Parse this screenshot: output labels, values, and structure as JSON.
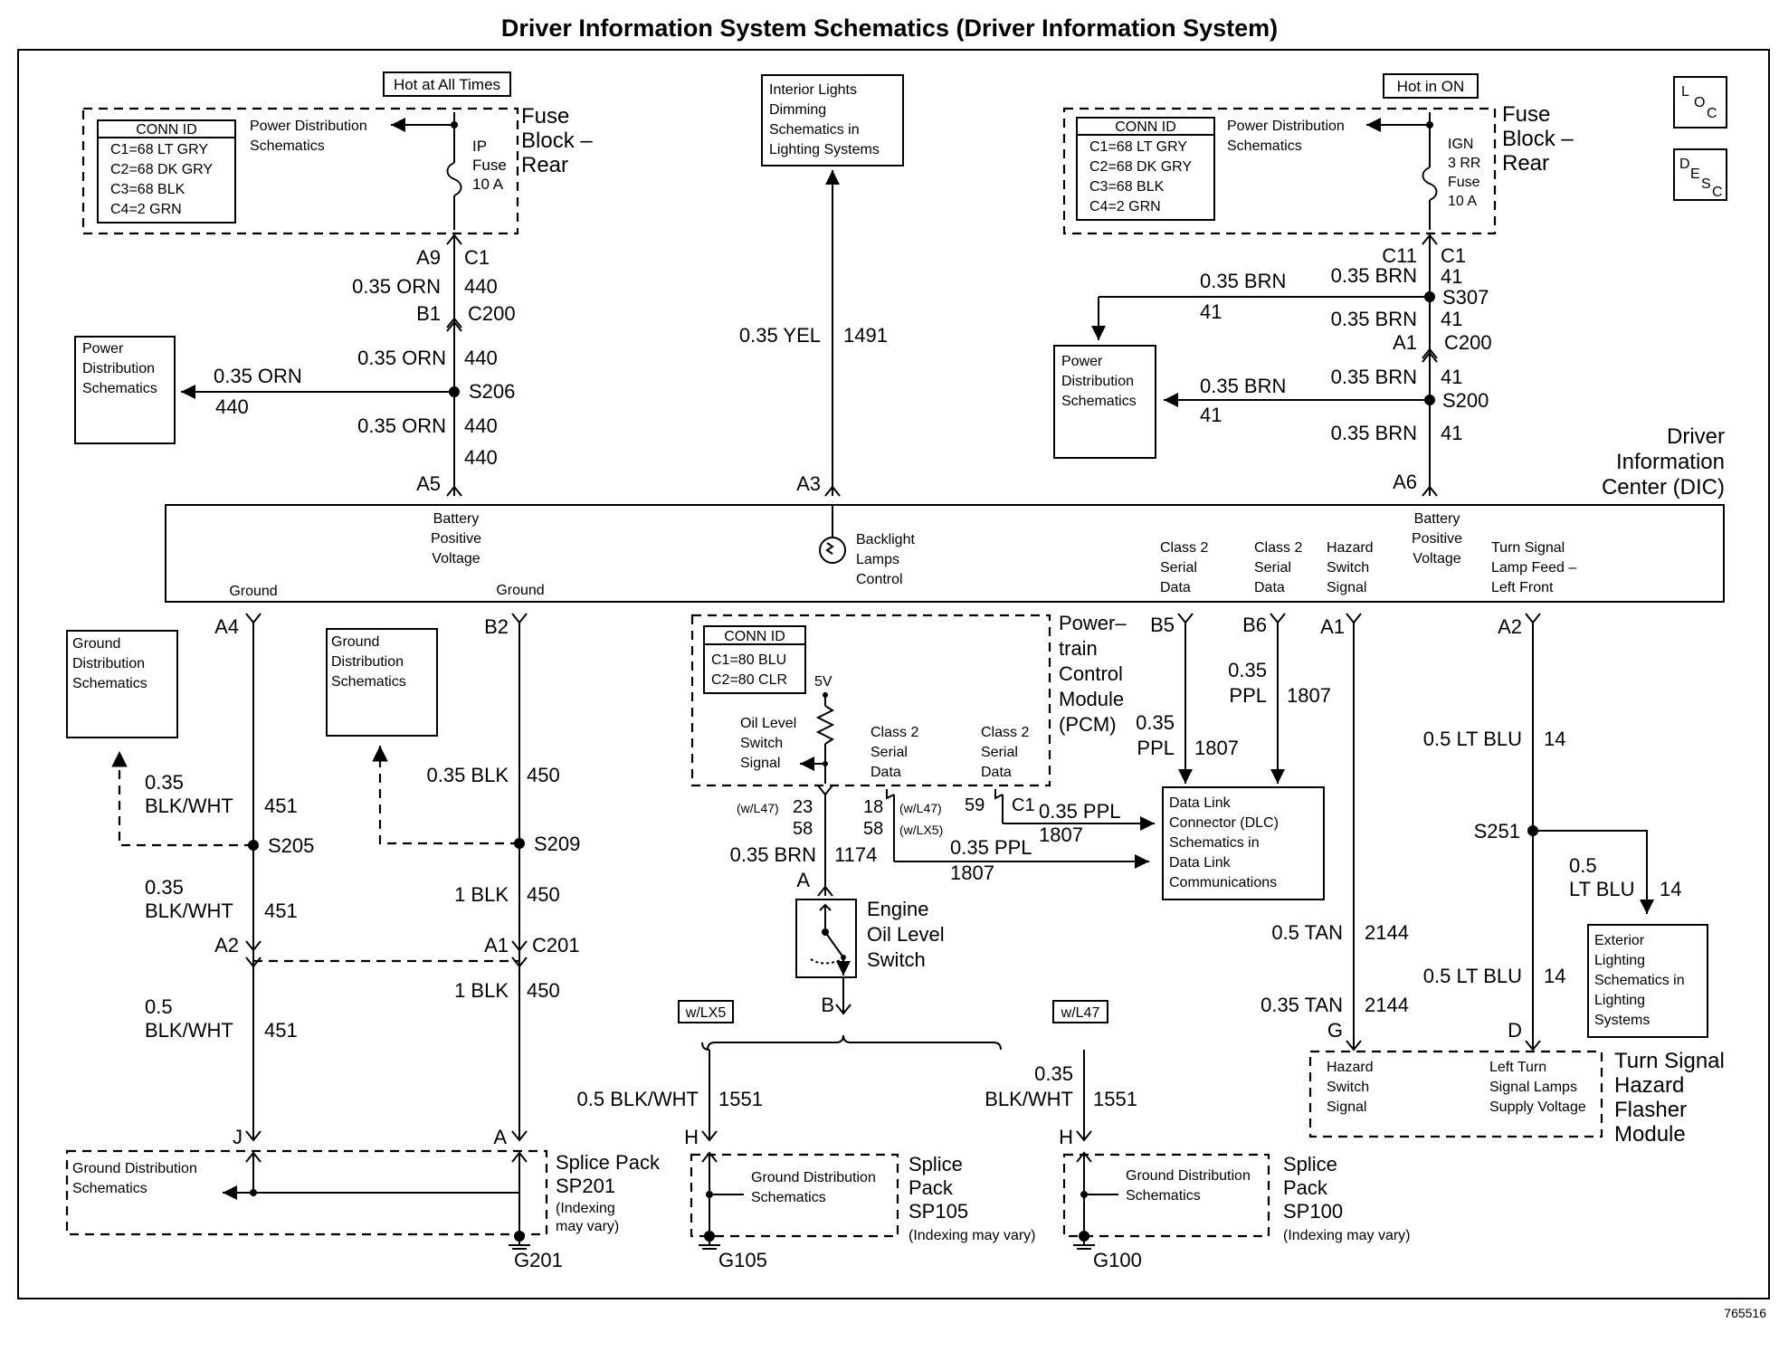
{
  "title": "Driver Information System Schematics (Driver Information System)",
  "figure_id": "765516",
  "labels": {
    "hot_all": "Hot at All Times",
    "hot_on": "Hot in ON",
    "fuse_block_1": "Fuse",
    "fuse_block_2": "Block –",
    "fuse_block_3": "Rear",
    "conn_id": "CONN ID",
    "conn_c1": "C1=68 LT GRY",
    "conn_c2": "C2=68 DK GRY",
    "conn_c3": "C3=68 BLK",
    "conn_c4": "C4=2 GRN",
    "pds_1": "Power Distribution",
    "pds_2": "Schematics",
    "ip_fuse_1": "IP",
    "ip_fuse_2": "Fuse",
    "ip_fuse_3": "10 A",
    "ign_1": "IGN",
    "ign_2": "3 RR",
    "ign_3": "Fuse",
    "ign_4": "10 A",
    "interior_1": "Interior Lights",
    "interior_2": "Dimming",
    "interior_3": "Schematics in",
    "interior_4": "Lighting Systems",
    "loc_1": "L",
    "loc_2": "O",
    "loc_3": "C",
    "desc_1": "D",
    "desc_2": "E",
    "desc_3": "S",
    "desc_4": "C",
    "power_1": "Power",
    "power_2": "Distribution",
    "power_3": "Schematics",
    "dic_1": "Driver",
    "dic_2": "Information",
    "dic_3": "Center (DIC)",
    "batt_pos_1": "Battery",
    "batt_pos_2": "Positive",
    "batt_pos_3": "Voltage",
    "ground": "Ground",
    "backlight_1": "Backlight",
    "backlight_2": "Lamps",
    "backlight_3": "Control",
    "class2_1": "Class 2",
    "class2_2": "Serial",
    "class2_3": "Data",
    "hazard_1": "Hazard",
    "hazard_2": "Switch",
    "hazard_3": "Signal",
    "turnsig_1": "Turn Signal",
    "turnsig_2": "Lamp Feed –",
    "turnsig_3": "Left Front",
    "gnd_dist_1": "Ground",
    "gnd_dist_2": "Distribution",
    "gnd_dist_3": "Schematics",
    "pcm_conn_1": "C1=80 BLU",
    "pcm_conn_2": "C2=80 CLR",
    "five_v": "5V",
    "oil_sw_1": "Oil Level",
    "oil_sw_2": "Switch",
    "oil_sw_3": "Signal",
    "pcm_1": "Power–",
    "pcm_2": "train",
    "pcm_3": "Control",
    "pcm_4": "Module",
    "pcm_5": "(PCM)",
    "dlc_1": "Data Link",
    "dlc_2": "Connector (DLC)",
    "dlc_3": "Schematics in",
    "dlc_4": "Data Link",
    "dlc_5": "Communications",
    "engine_1": "Engine",
    "engine_2": "Oil Level",
    "engine_3": "Switch",
    "w_lx5": "w/LX5",
    "w_l47": "w/L47",
    "w_l47_p": "(w/L47)",
    "w_lx5_p": "(w/LX5)",
    "ext_1": "Exterior",
    "ext_2": "Lighting",
    "ext_3": "Schematics in",
    "ext_4": "Lighting",
    "ext_5": "Systems",
    "left_turn_1": "Left Turn",
    "left_turn_2": "Signal Lamps",
    "left_turn_3": "Supply Voltage",
    "flasher_1": "Turn Signal",
    "flasher_2": "Hazard",
    "flasher_3": "Flasher",
    "flasher_4": "Module",
    "gds_1": "Ground Distribution",
    "gds_2": "Schematics",
    "splice_1": "Splice Pack",
    "splice": "Splice",
    "pack": "Pack",
    "sp201": "SP201",
    "sp105": "SP105",
    "sp100": "SP100",
    "indexing_1": "(Indexing",
    "indexing_2": "may vary)",
    "indexing_full": "(Indexing may vary)",
    "g201": "G201",
    "g105": "G105",
    "g100": "G100"
  },
  "wires": {
    "orn035": "0.35 ORN",
    "c440": "440",
    "yel035": "0.35 YEL",
    "c1491": "1491",
    "brn035": "0.35 BRN",
    "c41": "41",
    "ltblu05": "0.5 LT BLU",
    "c14": "14",
    "v05": "0.5",
    "ltblu": "LT BLU",
    "blk035": "0.35 BLK",
    "c450": "450",
    "blk1": "1 BLK",
    "v035": "0.35",
    "blkwht": "BLK/WHT",
    "c451": "451",
    "c1174": "1174",
    "ppl": "PPL",
    "ppl035": "0.35 PPL",
    "c1807": "1807",
    "tan05": "0.5 TAN",
    "tan035": "0.35 TAN",
    "c2144": "2144",
    "blkwht05": "0.5 BLK/WHT",
    "c1551": "1551"
  },
  "pins": {
    "A9": "A9",
    "C1": "C1",
    "B1": "B1",
    "C200": "C200",
    "A5": "A5",
    "A3": "A3",
    "C11": "C11",
    "A1": "A1",
    "A6": "A6",
    "A4": "A4",
    "B2": "B2",
    "B5": "B5",
    "B6": "B6",
    "A2": "A2",
    "C201": "C201",
    "J": "J",
    "A": "A",
    "B": "B",
    "H": "H",
    "G": "G",
    "D": "D",
    "p23": "23",
    "p58": "58",
    "p18": "18",
    "p59": "59"
  },
  "splices": {
    "S206": "S206",
    "S307": "S307",
    "S200": "S200",
    "S205": "S205",
    "S209": "S209",
    "S251": "S251"
  }
}
